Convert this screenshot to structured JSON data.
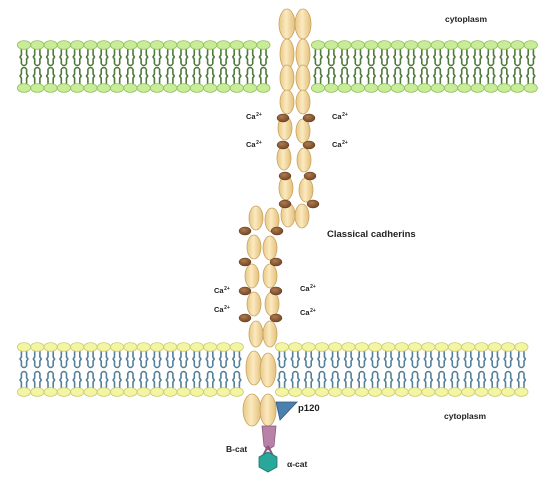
{
  "labels": {
    "cytoplasm_top": "cytoplasm",
    "cytoplasm_bottom": "cytoplasm",
    "classical_cadherins": "Classical cadherins",
    "p120": "p120",
    "b_cat": "B-cat",
    "alpha_cat": "α-cat"
  },
  "calcium": {
    "base": "Ca",
    "charge": "2+"
  },
  "colors": {
    "membrane_top_head": "#c9ec98",
    "membrane_top_tail": "#4f7a3b",
    "membrane_bottom_head": "#f3f5a3",
    "membrane_bottom_tail": "#54809a",
    "cadherin_domain": "#f5dba3",
    "cadherin_outline": "#c9a35e",
    "calcium_ion": "#8a5a36",
    "p120": "#4a7fae",
    "beta_catenin": "#b882a8",
    "alpha_catenin": "#2aa79b"
  }
}
